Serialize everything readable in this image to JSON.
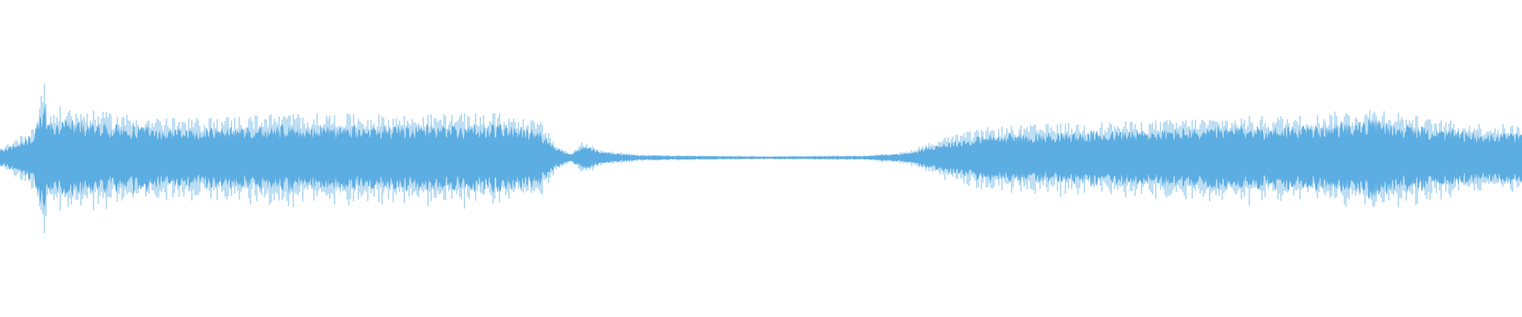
{
  "waveform": {
    "color": "#5DADE2",
    "background": "#FFFFFF",
    "amplitude_profile": [
      {
        "t": 0.0,
        "amp": 0.05
      },
      {
        "t": 0.012,
        "amp": 0.1
      },
      {
        "t": 0.022,
        "amp": 0.16
      },
      {
        "t": 0.027,
        "amp": 0.3
      },
      {
        "t": 0.029,
        "amp": 0.45
      },
      {
        "t": 0.031,
        "amp": 0.22
      },
      {
        "t": 0.04,
        "amp": 0.25
      },
      {
        "t": 0.06,
        "amp": 0.23
      },
      {
        "t": 0.12,
        "amp": 0.19
      },
      {
        "t": 0.19,
        "amp": 0.22
      },
      {
        "t": 0.26,
        "amp": 0.21
      },
      {
        "t": 0.33,
        "amp": 0.22
      },
      {
        "t": 0.355,
        "amp": 0.18
      },
      {
        "t": 0.365,
        "amp": 0.07
      },
      {
        "t": 0.375,
        "amp": 0.02
      },
      {
        "t": 0.383,
        "amp": 0.08
      },
      {
        "t": 0.395,
        "amp": 0.04
      },
      {
        "t": 0.42,
        "amp": 0.015
      },
      {
        "t": 0.5,
        "amp": 0.008
      },
      {
        "t": 0.57,
        "amp": 0.012
      },
      {
        "t": 0.595,
        "amp": 0.03
      },
      {
        "t": 0.62,
        "amp": 0.1
      },
      {
        "t": 0.65,
        "amp": 0.15
      },
      {
        "t": 0.7,
        "amp": 0.17
      },
      {
        "t": 0.75,
        "amp": 0.18
      },
      {
        "t": 0.8,
        "amp": 0.2
      },
      {
        "t": 0.86,
        "amp": 0.21
      },
      {
        "t": 0.906,
        "amp": 0.25
      },
      {
        "t": 0.94,
        "amp": 0.19
      },
      {
        "t": 0.97,
        "amp": 0.17
      },
      {
        "t": 1.0,
        "amp": 0.16
      }
    ],
    "amplitude_max": 1.0
  }
}
